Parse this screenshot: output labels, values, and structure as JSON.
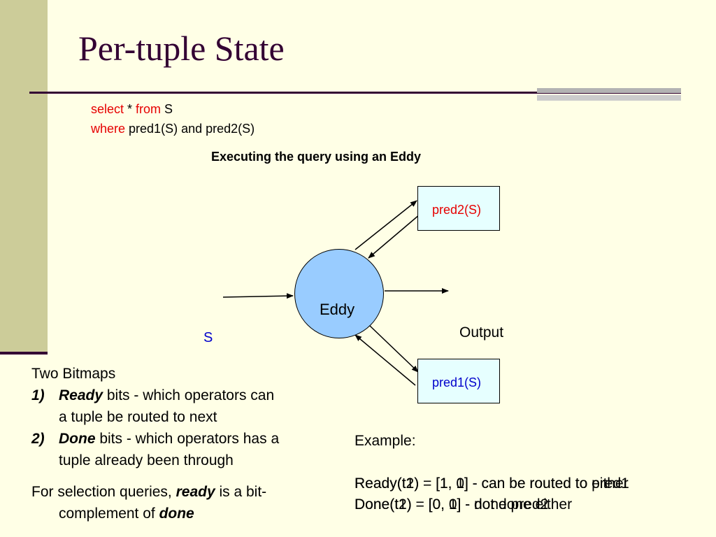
{
  "slide": {
    "title": "Per-tuple State"
  },
  "query": {
    "line1": {
      "kw_select": "select",
      "star": " * ",
      "kw_from": "from",
      "rel": " S"
    },
    "line2": {
      "kw_where": "where",
      "rest": " pred1(S) and pred2(S)"
    }
  },
  "diagram": {
    "heading": "Executing the query using an Eddy",
    "eddy": "Eddy",
    "pred2": "pred2(S)",
    "pred1": "pred1(S)",
    "input": "S",
    "output": "Output",
    "colors": {
      "pred2_text": "#e60000",
      "pred1_text": "#0000cc",
      "eddy_fill": "#99ccff",
      "box_fill": "#e6ffff"
    }
  },
  "bitmaps": {
    "heading": "Two Bitmaps",
    "items": [
      {
        "num": "1)",
        "term": "Ready",
        "rest": " bits - which operators can",
        "cont": "a tuple be routed to next"
      },
      {
        "num": "2)",
        "term": "Done",
        "rest": " bits - which operators has a",
        "cont": "tuple already been through"
      }
    ],
    "note": {
      "pre": "For selection queries, ",
      "term1": "ready",
      "mid": " is a bit-",
      "cont_pre": "complement of ",
      "term2": "done"
    }
  },
  "example": {
    "heading": "Example:",
    "ready_t1": "Ready(t1) = [1, 1] - can be routed to either",
    "done_t1": "Done(t1) = [0, 0] - not done either",
    "ready_t2": "Ready(t2) = [1, 0] - can be routed to pred1",
    "done_t2": "Done(t2) = [0, 1] - done pred2"
  }
}
